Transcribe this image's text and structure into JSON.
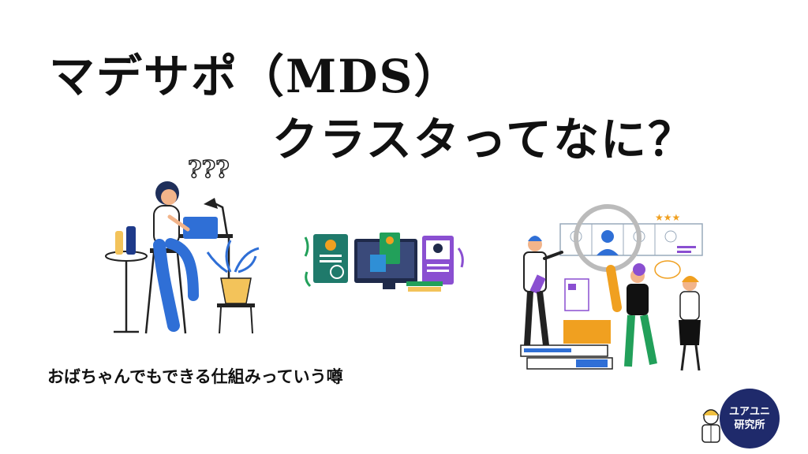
{
  "title": {
    "line1": "マデサポ（MDS）",
    "line2": "クラスタってなに？"
  },
  "caption": "おばちゃんでもできる仕組みっていう噂",
  "badge": {
    "line1": "ユアユニ",
    "line2": "研究所"
  },
  "decoration": {
    "question_marks": "???",
    "stars": "★★★"
  },
  "colors": {
    "accent_blue": "#2f6fd6",
    "badge_navy": "#1f2a6b",
    "purple": "#8a4fd1",
    "green": "#22a05a",
    "orange": "#f0a020",
    "skin": "#f2b48a"
  }
}
